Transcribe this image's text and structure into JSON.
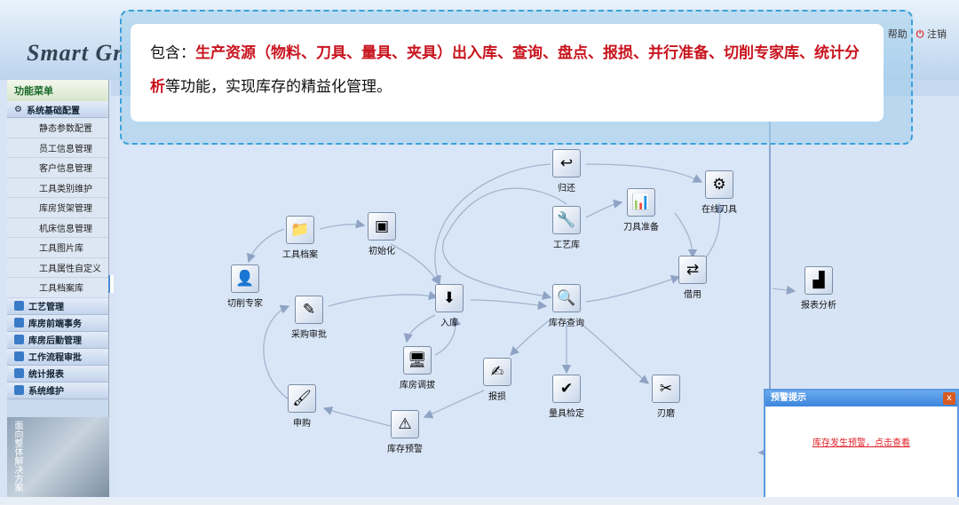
{
  "header": {
    "logo": "Smart Gr",
    "help": "帮助",
    "logout": "注销"
  },
  "sidebar": {
    "menu_title": "功能菜单",
    "config": "系统基础配置",
    "config_items": [
      "静态参数配置",
      "员工信息管理",
      "客户信息管理",
      "工具类别维护",
      "库房货架管理",
      "机床信息管理",
      "工具图片库",
      "工具属性自定义",
      "工具档案库"
    ],
    "categories": [
      "工艺管理",
      "库房前端事务",
      "库房后勤管理",
      "工作流程审批",
      "统计报表",
      "系统维护"
    ],
    "image_text": "面向整体解决方案"
  },
  "diagram": {
    "nodes": [
      "归还",
      "在线刀具",
      "工艺库",
      "刀具准备",
      "工具档案",
      "初始化",
      "切削专家",
      "借用",
      "入库",
      "库存查询",
      "报表分析",
      "采购审批",
      "库房调拔",
      "报损",
      "量具检定",
      "刃磨",
      "申购",
      "库存预警"
    ]
  },
  "callout": {
    "prefix": "包含：",
    "highlight1": "生产资源（物料、刀具、量具、夹具）出入库、查询、盘点、报损、并行准备、切削专家库、统计分析",
    "suffix": "等功能，实现库存的精益化管理。"
  },
  "alert": {
    "title": "预警提示",
    "close": "x",
    "link": "库存发生预警，点击查看"
  }
}
